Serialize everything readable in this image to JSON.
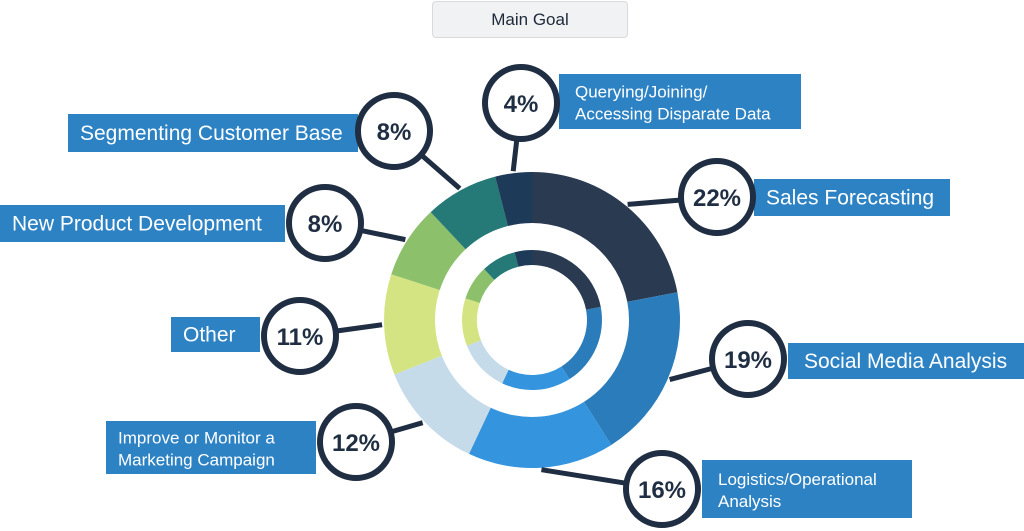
{
  "chart_data": {
    "type": "pie",
    "title": "Main Goal",
    "categories": [
      "Sales Forecasting",
      "Social Media Analysis",
      "Logistics/Operational Analysis",
      "Improve or Monitor a Marketing Campaign",
      "Other",
      "New Product Development",
      "Segmenting Customer Base",
      "Querying/Joining/ Accessing Disparate Data"
    ],
    "values": [
      22,
      19,
      16,
      12,
      11,
      8,
      8,
      4
    ],
    "value_labels": [
      "22%",
      "19%",
      "16%",
      "12%",
      "11%",
      "8%",
      "8%",
      "4%"
    ],
    "label_lines": [
      [
        "Sales Forecasting"
      ],
      [
        "Social Media Analysis"
      ],
      [
        "Logistics/Operational",
        "Analysis"
      ],
      [
        "Improve or Monitor a",
        "Marketing Campaign"
      ],
      [
        "Other"
      ],
      [
        "New Product Development"
      ],
      [
        "Segmenting Customer Base"
      ],
      [
        "Querying/Joining/",
        "Accessing Disparate Data"
      ]
    ],
    "colors": [
      "#2a3b51",
      "#2b7cba",
      "#3495de",
      "#c6dbea",
      "#d5e483",
      "#8cc06b",
      "#257a77",
      "#1e3a59"
    ]
  }
}
